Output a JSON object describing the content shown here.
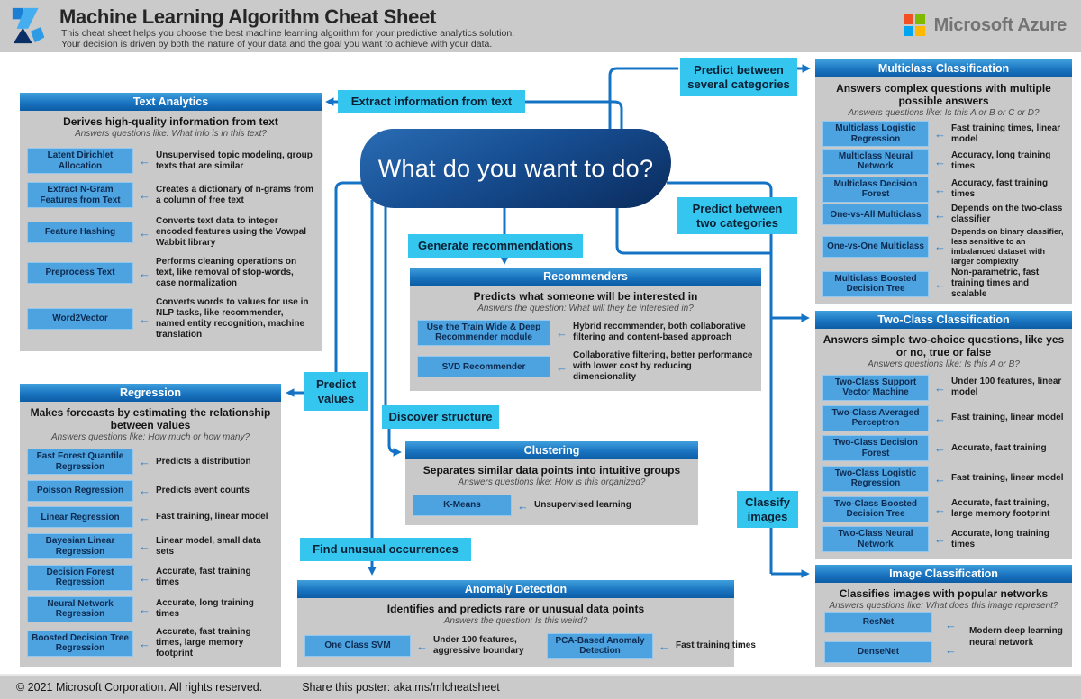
{
  "header": {
    "title": "Machine Learning Algorithm Cheat Sheet",
    "subtitle_line1": "This cheat sheet helps you choose the best machine learning algorithm for your predictive analytics solution.",
    "subtitle_line2": "Your decision is driven by both the nature of your data and the goal you want to achieve with your data.",
    "brand": "Microsoft Azure"
  },
  "center": {
    "question": "What do you want to do?"
  },
  "callouts": {
    "extract_text": "Extract information from text",
    "predict_several": "Predict between several categories",
    "predict_two": "Predict between two categories",
    "generate_recommendations": "Generate recommendations",
    "predict_values": "Predict values",
    "discover_structure": "Discover structure",
    "find_unusual": "Find unusual occurrences",
    "classify_images": "Classify images"
  },
  "panels": {
    "text_analytics": {
      "header": "Text Analytics",
      "headline": "Derives high-quality information from text",
      "question": "Answers questions like: What info is in this text?",
      "rows": [
        {
          "algo": "Latent Dirichlet Allocation",
          "desc": "Unsupervised topic modeling, group texts that are similar"
        },
        {
          "algo": "Extract N-Gram Features from Text",
          "desc": "Creates a dictionary of n-grams from a column of free text"
        },
        {
          "algo": "Feature Hashing",
          "desc": "Converts text data to integer encoded features using the Vowpal Wabbit library"
        },
        {
          "algo": "Preprocess Text",
          "desc": "Performs cleaning operations on text, like removal of stop-words, case normalization"
        },
        {
          "algo": "Word2Vector",
          "desc": "Converts words to values for use in NLP tasks, like recommender, named entity recognition, machine translation"
        }
      ]
    },
    "regression": {
      "header": "Regression",
      "headline": "Makes forecasts by estimating the relationship between values",
      "question": "Answers questions like: How much or how many?",
      "rows": [
        {
          "algo": "Fast Forest Quantile Regression",
          "desc": "Predicts a distribution"
        },
        {
          "algo": "Poisson Regression",
          "desc": "Predicts event counts"
        },
        {
          "algo": "Linear Regression",
          "desc": "Fast training, linear model"
        },
        {
          "algo": "Bayesian Linear Regression",
          "desc": "Linear model, small data sets"
        },
        {
          "algo": "Decision Forest Regression",
          "desc": "Accurate, fast training times"
        },
        {
          "algo": "Neural Network Regression",
          "desc": "Accurate, long training times"
        },
        {
          "algo": "Boosted Decision Tree Regression",
          "desc": "Accurate, fast training times, large memory footprint"
        }
      ]
    },
    "recommenders": {
      "header": "Recommenders",
      "headline": "Predicts what someone will be interested in",
      "question": "Answers the question: What will they be interested in?",
      "rows": [
        {
          "algo": "Use the Train Wide & Deep Recommender module",
          "desc": "Hybrid recommender, both collaborative filtering and content-based approach"
        },
        {
          "algo": "SVD Recommender",
          "desc": "Collaborative filtering, better performance with lower cost by reducing dimensionality"
        }
      ]
    },
    "clustering": {
      "header": "Clustering",
      "headline": "Separates similar data points into intuitive groups",
      "question": "Answers questions like: How is this organized?",
      "rows": [
        {
          "algo": "K-Means",
          "desc": "Unsupervised learning"
        }
      ]
    },
    "anomaly_detection": {
      "header": "Anomaly Detection",
      "headline": "Identifies and predicts rare or unusual data points",
      "question": "Answers the question: Is this weird?",
      "rows": [
        {
          "algo": "One Class SVM",
          "desc": "Under 100 features, aggressive boundary"
        },
        {
          "algo": "PCA-Based Anomaly Detection",
          "desc": "Fast training times"
        }
      ]
    },
    "multiclass": {
      "header": "Multiclass Classification",
      "headline": "Answers complex questions with multiple possible answers",
      "question": "Answers questions like: Is this A or B or C or D?",
      "rows": [
        {
          "algo": "Multiclass Logistic Regression",
          "desc": "Fast training times, linear model"
        },
        {
          "algo": "Multiclass Neural Network",
          "desc": "Accuracy, long training times"
        },
        {
          "algo": "Multiclass Decision Forest",
          "desc": "Accuracy, fast training times"
        },
        {
          "algo": "One-vs-All Multiclass",
          "desc": "Depends on the two-class classifier"
        },
        {
          "algo": "One-vs-One Multiclass",
          "desc": "Depends on binary classifier, less sensitive to an imbalanced dataset with larger complexity"
        },
        {
          "algo": "Multiclass Boosted Decision Tree",
          "desc": "Non-parametric, fast training times and scalable"
        }
      ]
    },
    "two_class": {
      "header": "Two-Class Classification",
      "headline": "Answers simple two-choice questions, like yes or no, true or false",
      "question": "Answers questions like: Is this A or B?",
      "rows": [
        {
          "algo": "Two-Class Support Vector Machine",
          "desc": "Under 100 features, linear model"
        },
        {
          "algo": "Two-Class Averaged Perceptron",
          "desc": "Fast training, linear model"
        },
        {
          "algo": "Two-Class Decision Forest",
          "desc": "Accurate, fast training"
        },
        {
          "algo": "Two-Class Logistic Regression",
          "desc": "Fast training, linear model"
        },
        {
          "algo": "Two-Class Boosted Decision Tree",
          "desc": "Accurate, fast training, large memory footprint"
        },
        {
          "algo": "Two-Class Neural Network",
          "desc": "Accurate, long training times"
        }
      ]
    },
    "image_classification": {
      "header": "Image Classification",
      "headline": "Classifies images with popular networks",
      "question": "Answers questions like: What does this image represent?",
      "chips": [
        "ResNet",
        "DenseNet"
      ],
      "shared_desc": "Modern deep learning neural network"
    }
  },
  "footer": {
    "copyright": "© 2021 Microsoft Corporation. All rights reserved.",
    "share": "Share this poster: aka.ms/mlcheatsheet"
  },
  "icons": {
    "left_arrow": "←"
  },
  "colors": {
    "accent_cyan": "#35c6ef",
    "connector_blue": "#1473c4",
    "chip_blue": "#4da2e0",
    "panel_header_blue": "#0d5ca6",
    "blob_navy": "#0a2b5c",
    "ms_red": "#f25022",
    "ms_green": "#7fba00",
    "ms_blue": "#00a4ef",
    "ms_yellow": "#ffb900"
  }
}
